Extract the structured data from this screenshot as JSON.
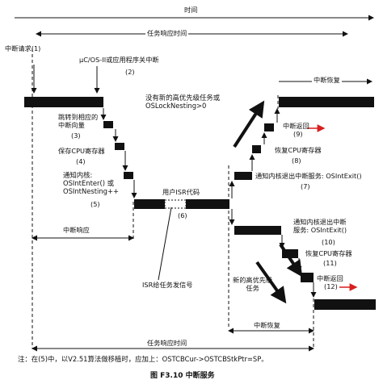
{
  "labels": {
    "time": "时间",
    "task_response_time_top": "任务响应时间",
    "interrupt_request": "中断请求(1)",
    "os_disable": "μC/OS-II或应用程序关中断",
    "os_disable_num": "(2)",
    "vector": "跳转到相应的\n中断向量",
    "vector_num": "(3)",
    "save_cpu": "保存CPU寄存器",
    "save_cpu_num": "(4)",
    "notify": "通知内核:\nOSIntEnter() 或\nOSIntNesting++",
    "notify_num": "(5)",
    "user_isr": "用户ISR代码",
    "user_isr_num": "(6)",
    "interrupt_response": "中断响应",
    "no_higher": "没有新的高优先级任务或\nOSLockNesting>0",
    "interrupt_recovery_top": "中断恢复",
    "int_return_9": "中断返回",
    "num_9": "(9)",
    "restore_cpu_8": "恢复CPU寄存器",
    "num_8": "(8)",
    "notify_exit_7": "通知内核退出中断服务: OSIntExit()",
    "num_7": "(7)",
    "notify_exit_10": "通知内核退出中断\n服务: OSIntExit()",
    "num_10": "(10)",
    "restore_cpu_11": "恢复CPU寄存器",
    "num_11": "(11)",
    "int_return_12": "中断返回",
    "num_12": "(12)",
    "isr_signal": "ISR给任务发信号",
    "new_high_task": "新的高优先级\n任务",
    "interrupt_recovery_bottom": "中断恢复",
    "task_response_time_bottom": "任务响应时间",
    "footnote": "注：在(5)中，以V2.51算法做移植时，应加上：OSTCBCur->OSTCBStkPtr=SP。",
    "caption": "图 F3.10    中断服务"
  },
  "colors": {
    "ink": "#111111",
    "accent": "#d81e1e"
  }
}
